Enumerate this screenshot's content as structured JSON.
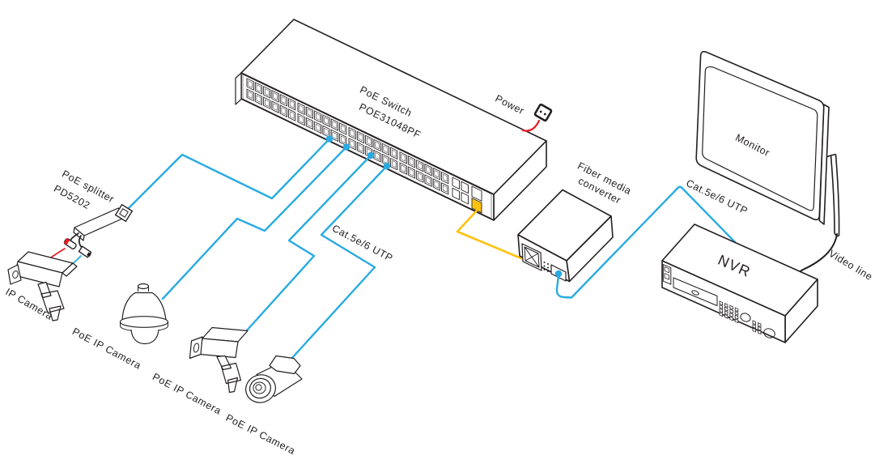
{
  "colors": {
    "ink": "#231F20",
    "cable_blue": "#29ABE2",
    "cable_yellow": "#FFC20E",
    "cable_red": "#ED1C24",
    "bg": "#FFFFFF"
  },
  "labels": {
    "switch": {
      "name": "PoE Switch",
      "model": "POE31048PF"
    },
    "power": "Power",
    "splitter": {
      "name": "PoE splitter",
      "model": "PD5202"
    },
    "utp_left": "Cat.5e/6 UTP",
    "utp_right": "Cat.5e/6 UTP",
    "fiber": {
      "line1": "Fiber media",
      "line2": "converter"
    },
    "monitor": "Monitor",
    "nvr": "NVR",
    "video_line": "Video line",
    "cameras": [
      "IP Camera",
      "PoE IP Camera",
      "PoE IP Camera",
      "PoE IP Camera"
    ]
  }
}
